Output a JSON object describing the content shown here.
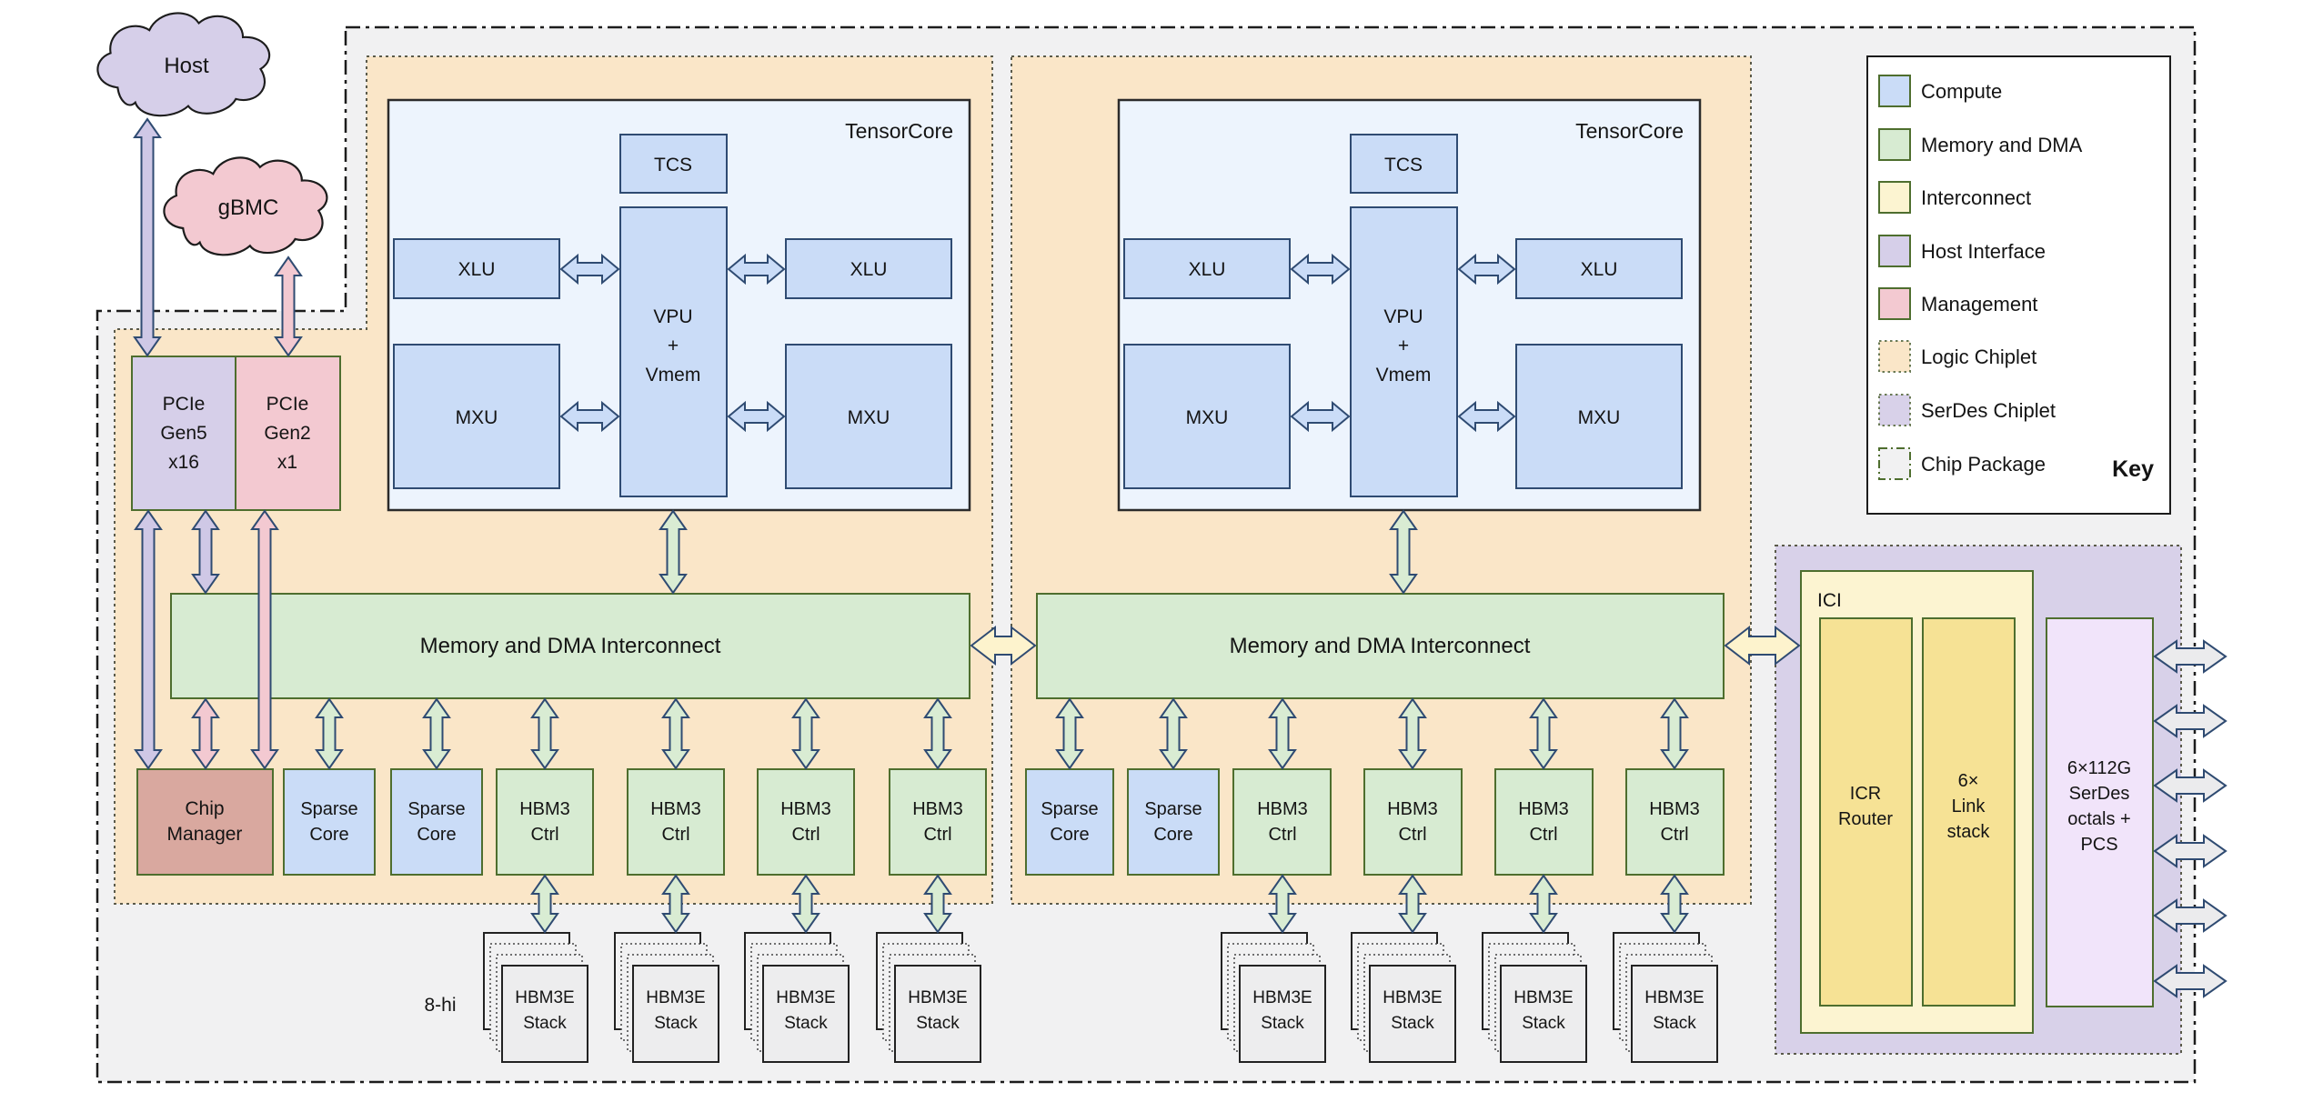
{
  "clouds": {
    "host": "Host",
    "gbmc": "gBMC"
  },
  "labels": {
    "tensorcore": "TensorCore",
    "tcs": "TCS",
    "xlu": "XLU",
    "mxu": "MXU",
    "vpu_l1": "VPU",
    "vpu_l2": "+",
    "vpu_l3": "Vmem",
    "interconnect": "Memory and DMA Interconnect",
    "pcie5_l1": "PCIe",
    "pcie5_l2": "Gen5",
    "pcie5_l3": "x16",
    "pcie2_l1": "PCIe",
    "pcie2_l2": "Gen2",
    "pcie2_l3": "x1",
    "cm_l1": "Chip",
    "cm_l2": "Manager",
    "sparse_l1": "Sparse",
    "sparse_l2": "Core",
    "hbm_l1": "HBM3",
    "hbm_l2": "Ctrl",
    "stack_l1": "HBM3E",
    "stack_l2": "Stack",
    "eight_hi": "8-hi",
    "ici": "ICI",
    "icr_l1": "ICR",
    "icr_l2": "Router",
    "link_l1": "6×",
    "link_l2": "Link",
    "link_l3": "stack",
    "phy_l1": "6×112G",
    "phy_l2": "SerDes",
    "phy_l3": "octals +",
    "phy_l4": "PCS"
  },
  "key": {
    "title": "Key",
    "items": [
      {
        "label": "Compute",
        "fill": "#cadcf7",
        "border": "solid"
      },
      {
        "label": "Memory and DMA",
        "fill": "#d7ebd2",
        "border": "solid"
      },
      {
        "label": "Interconnect",
        "fill": "#fcf4d1",
        "border": "solid"
      },
      {
        "label": "Host Interface",
        "fill": "#d6cfe9",
        "border": "solid"
      },
      {
        "label": "Management",
        "fill": "#f3c9d1",
        "border": "solid"
      },
      {
        "label": "Logic Chiplet",
        "fill": "#fae6c8",
        "border": "dotted"
      },
      {
        "label": "SerDes Chiplet",
        "fill": "#d8d1e9",
        "border": "dotted"
      },
      {
        "label": "Chip Package",
        "fill": "#f1f1f2",
        "border": "dashdot"
      }
    ]
  },
  "colors": {
    "compute": "#cadcf7",
    "memory_dma": "#d7ebd2",
    "interconnect_light": "#fcf4d1",
    "interconnect_dark": "#f6e295",
    "host_interface": "#d6cfe9",
    "management": "#f3c9d1",
    "chip_manager": "#d9a89f",
    "logic_chiplet": "#fae6c8",
    "serdes_chiplet": "#d8d1e9",
    "chip_package": "#f1f1f2",
    "serdes_phy": "#f1e4fa",
    "tensorcore_bg": "#edf4fd",
    "hbm_stack": "#ededee",
    "box_border_green": "#4e6e2e",
    "box_border_blue": "#2f4b72",
    "arrow_outline": "#2f4b72",
    "arrow_fills": {
      "purple": "#cfc8e6",
      "pink": "#f3c9d1",
      "green": "#d9ecd3",
      "blue": "#cadcf7",
      "yellow": "#fdf3cd",
      "gray": "#ebebed"
    }
  },
  "arrows": [
    {
      "n": "host-pcie5",
      "d": "v",
      "p": 162,
      "a": 131,
      "b": 391,
      "c": "purple"
    },
    {
      "n": "gbmc-pcie2",
      "d": "v",
      "p": 317,
      "a": 283,
      "b": 391,
      "c": "pink"
    },
    {
      "n": "pcie5-chip-manager",
      "d": "v",
      "p": 163,
      "a": 562,
      "b": 845,
      "c": "purple"
    },
    {
      "n": "pcie5-interconnect1",
      "d": "v",
      "p": 226,
      "a": 562,
      "b": 652,
      "c": "purple"
    },
    {
      "n": "pcie2-chip-manager",
      "d": "v",
      "p": 291,
      "a": 562,
      "b": 845,
      "c": "pink"
    },
    {
      "n": "interconnect1-chip-manager",
      "d": "v",
      "p": 226,
      "a": 769,
      "b": 845,
      "c": "pink"
    },
    {
      "n": "tensorcore1-interconnect1",
      "d": "v",
      "p": 740,
      "a": 562,
      "b": 652,
      "c": "green"
    },
    {
      "n": "tensorcore2-interconnect2",
      "d": "v",
      "p": 1543,
      "a": 562,
      "b": 652,
      "c": "green"
    },
    {
      "n": "interconnect1-sparse1",
      "d": "v",
      "p": 362,
      "a": 769,
      "b": 845,
      "c": "green"
    },
    {
      "n": "interconnect1-sparse2",
      "d": "v",
      "p": 480,
      "a": 769,
      "b": 845,
      "c": "green"
    },
    {
      "n": "interconnect1-hbm1",
      "d": "v",
      "p": 599,
      "a": 769,
      "b": 845,
      "c": "green"
    },
    {
      "n": "interconnect1-hbm2",
      "d": "v",
      "p": 743,
      "a": 769,
      "b": 845,
      "c": "green"
    },
    {
      "n": "interconnect1-hbm3",
      "d": "v",
      "p": 886,
      "a": 769,
      "b": 845,
      "c": "green"
    },
    {
      "n": "interconnect1-hbm4",
      "d": "v",
      "p": 1031,
      "a": 769,
      "b": 845,
      "c": "green"
    },
    {
      "n": "interconnect2-sparse1",
      "d": "v",
      "p": 1176,
      "a": 769,
      "b": 845,
      "c": "green"
    },
    {
      "n": "interconnect2-sparse2",
      "d": "v",
      "p": 1290,
      "a": 769,
      "b": 845,
      "c": "green"
    },
    {
      "n": "interconnect2-hbm1",
      "d": "v",
      "p": 1410,
      "a": 769,
      "b": 845,
      "c": "green"
    },
    {
      "n": "interconnect2-hbm2",
      "d": "v",
      "p": 1553,
      "a": 769,
      "b": 845,
      "c": "green"
    },
    {
      "n": "interconnect2-hbm3",
      "d": "v",
      "p": 1697,
      "a": 769,
      "b": 845,
      "c": "green"
    },
    {
      "n": "interconnect2-hbm4",
      "d": "v",
      "p": 1841,
      "a": 769,
      "b": 845,
      "c": "green"
    },
    {
      "n": "hbm1-stack1-c1",
      "d": "v",
      "p": 599,
      "a": 963,
      "b": 1025,
      "c": "green"
    },
    {
      "n": "hbm2-stack2-c1",
      "d": "v",
      "p": 743,
      "a": 963,
      "b": 1025,
      "c": "green"
    },
    {
      "n": "hbm3-stack3-c1",
      "d": "v",
      "p": 886,
      "a": 963,
      "b": 1025,
      "c": "green"
    },
    {
      "n": "hbm4-stack4-c1",
      "d": "v",
      "p": 1031,
      "a": 963,
      "b": 1025,
      "c": "green"
    },
    {
      "n": "hbm1-stack1-c2",
      "d": "v",
      "p": 1410,
      "a": 963,
      "b": 1025,
      "c": "green"
    },
    {
      "n": "hbm2-stack2-c2",
      "d": "v",
      "p": 1553,
      "a": 963,
      "b": 1025,
      "c": "green"
    },
    {
      "n": "hbm3-stack3-c2",
      "d": "v",
      "p": 1697,
      "a": 963,
      "b": 1025,
      "c": "green"
    },
    {
      "n": "hbm4-stack4-c2",
      "d": "v",
      "p": 1841,
      "a": 963,
      "b": 1025,
      "c": "green"
    },
    {
      "n": "xlu-vpu-left-tc1",
      "d": "h",
      "p": 296,
      "a": 617,
      "b": 680,
      "c": "blue",
      "s": "t"
    },
    {
      "n": "vpu-xlu-right-tc1",
      "d": "h",
      "p": 296,
      "a": 801,
      "b": 862,
      "c": "blue",
      "s": "t"
    },
    {
      "n": "mxu-vpu-left-tc1",
      "d": "h",
      "p": 458,
      "a": 617,
      "b": 680,
      "c": "blue",
      "s": "t"
    },
    {
      "n": "vpu-mxu-right-tc1",
      "d": "h",
      "p": 458,
      "a": 801,
      "b": 862,
      "c": "blue",
      "s": "t"
    },
    {
      "n": "xlu-vpu-left-tc2",
      "d": "h",
      "p": 296,
      "a": 1420,
      "b": 1483,
      "c": "blue",
      "s": "t"
    },
    {
      "n": "vpu-xlu-right-tc2",
      "d": "h",
      "p": 296,
      "a": 1604,
      "b": 1665,
      "c": "blue",
      "s": "t"
    },
    {
      "n": "mxu-vpu-left-tc2",
      "d": "h",
      "p": 458,
      "a": 1420,
      "b": 1483,
      "c": "blue",
      "s": "t"
    },
    {
      "n": "vpu-mxu-right-tc2",
      "d": "h",
      "p": 458,
      "a": 1604,
      "b": 1665,
      "c": "blue",
      "s": "t"
    },
    {
      "n": "interconnect1-interconnect2",
      "d": "h",
      "p": 710,
      "a": 1068,
      "b": 1138,
      "c": "yellow",
      "s": "b"
    },
    {
      "n": "interconnect2-ici",
      "d": "h",
      "p": 710,
      "a": 1897,
      "b": 1978,
      "c": "yellow",
      "s": "b"
    },
    {
      "n": "serdes-link-1",
      "d": "h",
      "p": 722,
      "a": 2369,
      "b": 2447,
      "c": "gray",
      "s": "g"
    },
    {
      "n": "serdes-link-2",
      "d": "h",
      "p": 793,
      "a": 2369,
      "b": 2447,
      "c": "gray",
      "s": "g"
    },
    {
      "n": "serdes-link-3",
      "d": "h",
      "p": 864,
      "a": 2369,
      "b": 2447,
      "c": "gray",
      "s": "g"
    },
    {
      "n": "serdes-link-4",
      "d": "h",
      "p": 936,
      "a": 2369,
      "b": 2447,
      "c": "gray",
      "s": "g"
    },
    {
      "n": "serdes-link-5",
      "d": "h",
      "p": 1007,
      "a": 2369,
      "b": 2447,
      "c": "gray",
      "s": "g"
    },
    {
      "n": "serdes-link-6",
      "d": "h",
      "p": 1079,
      "a": 2369,
      "b": 2447,
      "c": "gray",
      "s": "g"
    }
  ]
}
